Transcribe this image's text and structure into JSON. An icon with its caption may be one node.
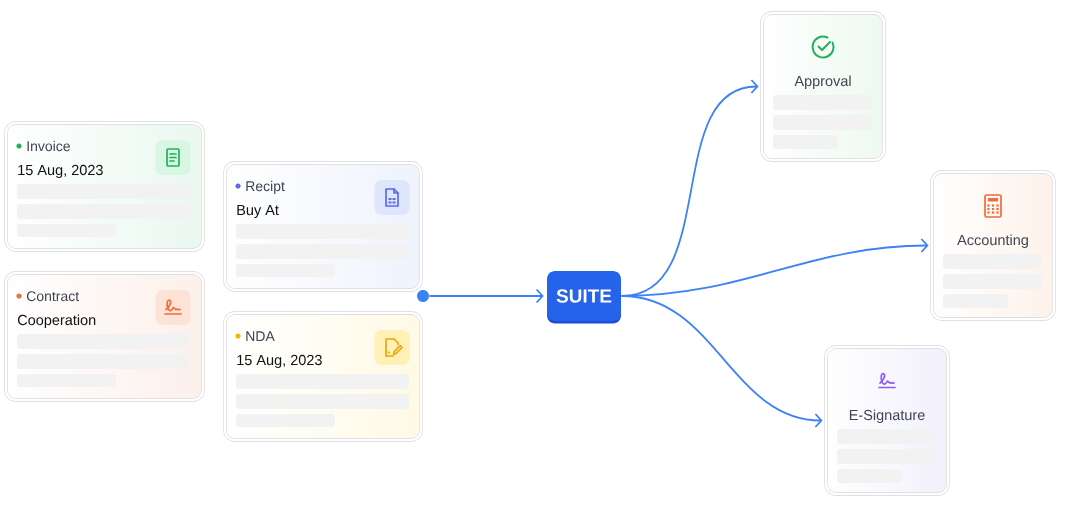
{
  "diagram": {
    "nodes": [
      {
        "text": [
          "Invoice",
          "15 Aug, 2023"
        ]
      },
      {
        "text": [
          "Contract",
          "Cooperation"
        ]
      },
      {
        "text": [
          "Recipt",
          "Buy At"
        ]
      },
      {
        "text": [
          "NDA",
          "15 Aug, 2023"
        ]
      },
      {
        "text": [],
        "shape": "circle"
      },
      {
        "text": [
          "SUITE"
        ]
      },
      {
        "text": [
          "Approval"
        ]
      },
      {
        "text": [
          "Accounting"
        ]
      },
      {
        "text": [
          "E-Signature"
        ]
      }
    ],
    "edges": [
      {
        "from": 4,
        "to": 5,
        "arrow": "to"
      },
      {
        "from": 5,
        "to": 6,
        "arrow": "to"
      },
      {
        "from": 5,
        "to": 7,
        "arrow": "to"
      },
      {
        "from": 5,
        "to": 8,
        "arrow": "to"
      }
    ]
  }
}
